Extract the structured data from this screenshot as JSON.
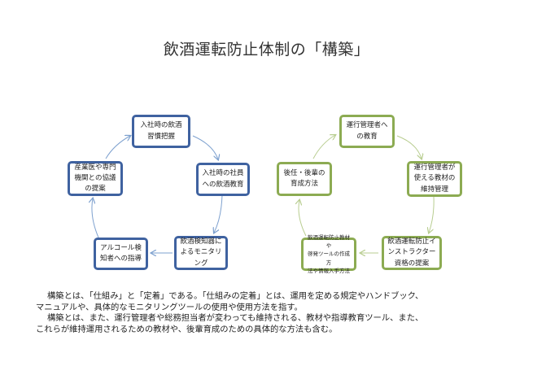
{
  "title": "飲酒運転防止体制の「構築」",
  "left_cycle": {
    "color": "#3f62a0",
    "arrow_color": "#7ea1cf",
    "nodes": [
      "入社時の飲酒\n習慣把握",
      "入社時の社員\nへの飲酒教育",
      "飲酒検知器に\nよるモニタリ\nング",
      "アルコール検\n知者への指導",
      "産業医や専門\n機関との協議\nの提案"
    ]
  },
  "right_cycle": {
    "color": "#8cab52",
    "arrow_color": "#b8cd90",
    "nodes": [
      "運行管理者へ\nの教育",
      "運行管理者が\n使える教材の\n維持管理",
      "飲酒運転防止イ\nンストラクター\n資格の提案",
      "飲酒運転防止教材や\n啓発ツールの作成方\n法や情報入手方法",
      "後任・後輩の\n育成方法"
    ]
  },
  "description": [
    "構築とは、「仕組み」と「定着」である。「仕組みの定着」とは、運用を定める規定やハンドブック、",
    "マニュアルや、具体的なモニタリングツールの使用や使用方法を指す。",
    "構築とは、また、運行管理者や総務担当者が変わっても維持される、教材や指導教育ツール、また、",
    "これらが維持運用されるための教材や、後輩育成のための具体的な方法も含む。"
  ]
}
